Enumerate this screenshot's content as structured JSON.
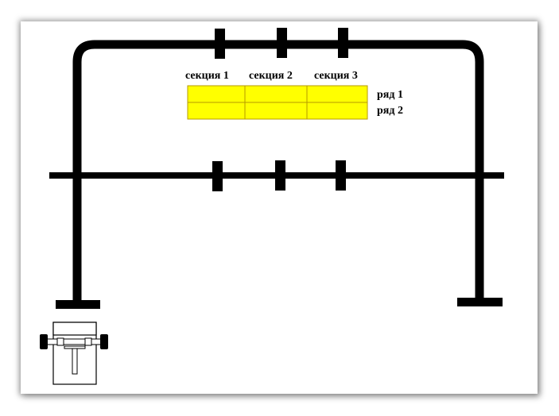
{
  "diagram": {
    "sections": [
      "секция 1",
      "секция 2",
      "секция 3"
    ],
    "rows": [
      "ряд 1",
      "ряд 2"
    ],
    "colors": {
      "structure": "#000000",
      "grid_fill": "#ffff00",
      "grid_line": "#b59a00",
      "background": "#ffffff"
    }
  }
}
